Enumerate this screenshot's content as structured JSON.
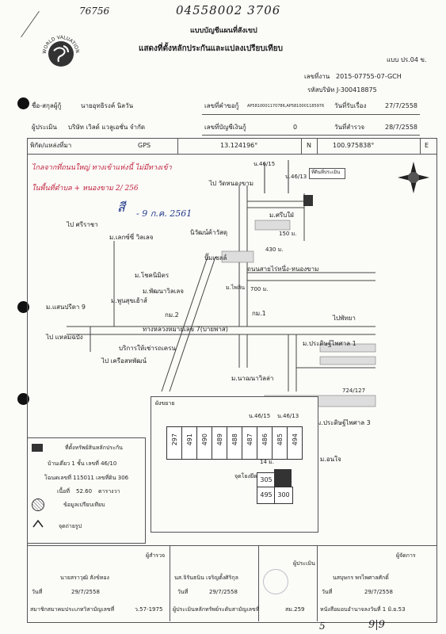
{
  "handwritten_top_left": "76756",
  "handwritten_top_number": "04558002 3706",
  "header": {
    "title": "แบบบัญชีแผนที่สังเขป",
    "subtitle": "แสดงที่ตั้งหลักประกันและแปลงเปรียบเทียบ",
    "form_code": "แบบ ปร.04 ข.",
    "job_label": "เลขที่งาน",
    "job_number": "2015-07755-07-GCH",
    "company_code": "รหัสบริษัท J-300418875",
    "logo_text": "WORLD VALUATION"
  },
  "info": {
    "borrower_label": "ชื่อ-สกุลผู้กู้",
    "borrower_name": "นายอุทธิรงค์ นิลวัน",
    "appraiser_label": "ผู้ประเมิน",
    "appraiser_name": "บริษัท เวิลด์ แวลูเอชั่น จำกัด",
    "request_label": "เลขที่คำขอกู้",
    "request_number": "AP5810001170786,AP5810001185976",
    "start_label": "วันที่รับเรื่อง",
    "start_date": "27/7/2558",
    "account_label": "เลขที่บัญชีเงินกู้",
    "account_number": "0",
    "survey_label": "วันที่สำรวจ",
    "survey_date": "28/7/2558"
  },
  "coords": {
    "label": "พิกัด/แหล่งที่มา",
    "source": "GPS",
    "lat": "13.124196°",
    "n": "N",
    "lon": "100.975838°",
    "e": "E"
  },
  "handnote": {
    "line1": "ไกลจากที่ถนนใหญ่ ทางเข้าแห่งนี้ ไม่มีทางเข้า",
    "line2": "ในพื้นที่ตำบล + หนองขาม  2/ 256",
    "sign": "สี",
    "date": "- 9 ก.ค. 2561"
  },
  "map": {
    "labels": {
      "to_watnongkham": "ไป วัดหนองขาม",
      "to_sriracha": "ไป ศรีราชา",
      "lek_village": "ม.เลกซ์ซี่ วิลเลจ",
      "niwat": "นิวัฒน์ค้าวัสดุ",
      "sri_lom": "ม.ศรีบใฝ่",
      "chakchoke": "ม.โชคนิมิตร",
      "shell": "ปั๊มเชลล์",
      "nongkham_rd": "ถนนสายไร่หนึ่ง-หนองขาม",
      "phatthana": "ม.พัฒนาวิลเลจ",
      "mphen": "ม.ไพลิน",
      "phunsuk": "ม.พูนสุขเฮ้าส์",
      "saenprissana": "ม.แสนปรีดา 9",
      "km2": "กม.2",
      "km1": "กม.1",
      "to_laemchabang": "ไป แหลมฉบัง",
      "hwy7": "ทางหลวงหมายเลข 7(บายพาส)",
      "to_pattaya": "ไปพัทยา",
      "pratchaniphat": "ม.ประดิษฐ์ไพศาล 1",
      "car_rental": "บริการให้เช่ารถเครน",
      "credit_ph": "ไป เครือสหพัฒน์",
      "nacha": "ม.นาฌนาวิลล่า",
      "piphaisan3": "ม.ประดิษฐ์ไพศาล 3",
      "nongjai": "ม.อนใจ",
      "subject_tag": "ที่ดินที่ประเมิน",
      "dist_430": "430 ม.",
      "dist_150": "150 ม.",
      "dist_700": "700 ม.",
      "plot_724": "724/127",
      "n_4615": "น.46/15",
      "n_4613": "น.46/13"
    },
    "inset": {
      "title": "ผังขยาย",
      "n_4615": "น.46/15",
      "n_4613": "น.46/13",
      "dist_14": "14 ม.",
      "entrance": "จุดโยงยึด",
      "lots_top": [
        "297",
        "491",
        "490",
        "489",
        "488",
        "487",
        "486",
        "485",
        "494"
      ],
      "lot_a": "305",
      "lot_b": "495",
      "lot_c": "300"
    }
  },
  "legend": {
    "title": "ที่ตั้งทรัพย์สินหลักประกัน",
    "house": "บ้านเดี่ยว 1 ชั้น เลขที่ 46/10",
    "deed": "โฉนดเลขที่ 115011 เลขที่ดิน 306",
    "area_label": "เนื้อที่",
    "area_value": "52.60",
    "area_unit": "ตารางวา",
    "comparable": "ข้อมูลเปรียบเทียบ",
    "photo": "จุดถ่ายรูป"
  },
  "signatures": [
    {
      "role": "ผู้สำรวจ",
      "name": "นายสราวุฒิ สังข์ทอง",
      "date_label": "วันที่",
      "date": "29/7/2558",
      "footer": "สมาชิกสมาคมประเภทวิสามัญเลขที่",
      "num": "ว.57-1975"
    },
    {
      "role": "",
      "name": "นส.จิรันธนิน เจริญตั้งศิริกุล",
      "date_label": "วันที่",
      "date": "29/7/2558",
      "footer": "ผู้ประเมินหลักทรัพย์ระดับสามัญเลขที่",
      "num": "สม.259"
    },
    {
      "role": "ผู้ประเมิน",
      "name": "",
      "date_label": "",
      "date": "",
      "footer": "",
      "num": ""
    },
    {
      "role": "ผู้จัดการ",
      "name": "นสบุษกร พรไพศาลศักดิ์",
      "date_label": "วันที่",
      "date": "29/7/2558",
      "footer": "หนังสือมอบอำนาจลงวันที่ 1 มิ.ย.53",
      "num": ""
    }
  ],
  "footer_marks": {
    "left": "5",
    "right": "9|9"
  }
}
